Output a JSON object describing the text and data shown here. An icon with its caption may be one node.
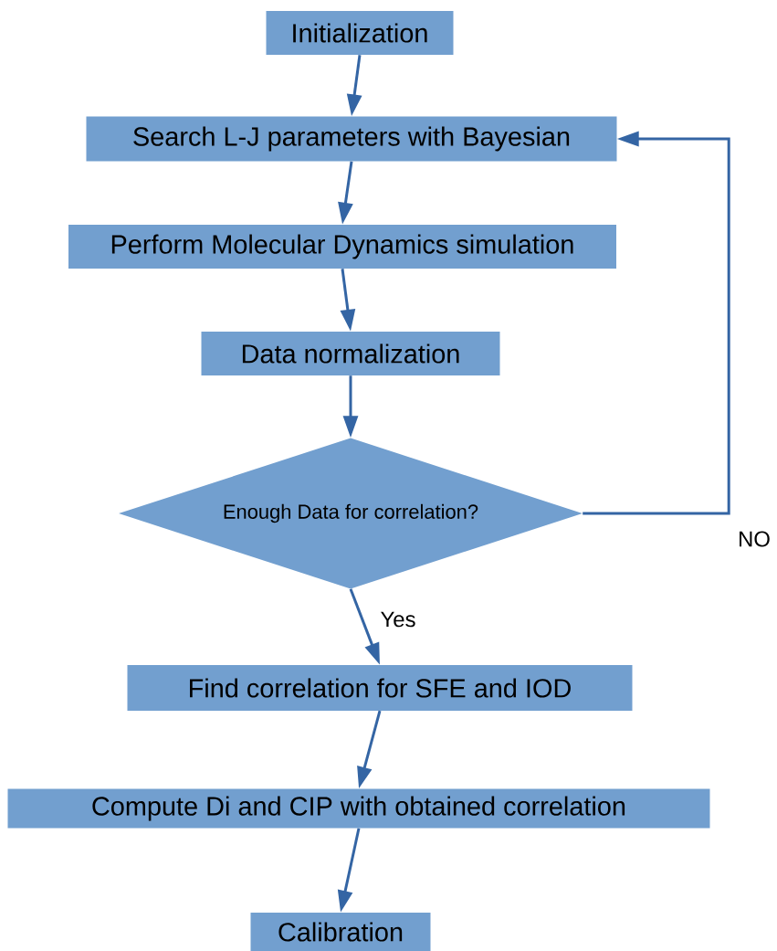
{
  "diagram": {
    "nodes": [
      {
        "text": [
          "Initialization"
        ]
      },
      {
        "text": [
          "Search L-J parameters with Bayesian"
        ]
      },
      {
        "text": [
          "Perform Molecular Dynamics simulation"
        ]
      },
      {
        "text": [
          "Data normalization"
        ]
      },
      {
        "text": [
          "Enough Data for correlation?"
        ]
      },
      {
        "text": [
          "Find correlation for SFE and IOD"
        ]
      },
      {
        "text": [
          "Compute Di and CIP with obtained correlation"
        ]
      },
      {
        "text": [
          "Calibration"
        ]
      }
    ],
    "edges": [
      {
        "from": 0,
        "to": 1,
        "arrow": "to"
      },
      {
        "from": 1,
        "to": 2,
        "arrow": "to"
      },
      {
        "from": 2,
        "to": 3,
        "arrow": "to"
      },
      {
        "from": 3,
        "to": 4,
        "arrow": "to"
      },
      {
        "from": 4,
        "to": 1,
        "arrow": "to",
        "label": "NO"
      },
      {
        "from": 4,
        "to": 5,
        "arrow": "to",
        "label": "Yes"
      },
      {
        "from": 5,
        "to": 6,
        "arrow": "to"
      },
      {
        "from": 6,
        "to": 7,
        "arrow": "to"
      }
    ]
  }
}
